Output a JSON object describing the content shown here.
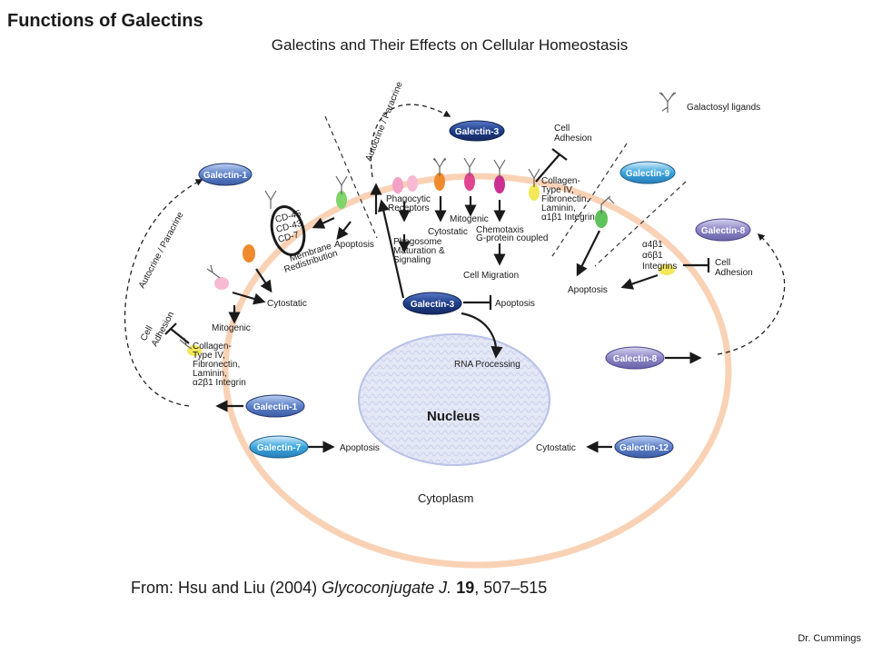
{
  "title": "Functions of Galectins",
  "subtitle": "Galectins and Their Effects on Cellular Homeostasis",
  "citation": {
    "prefix": "From:  Hsu and Liu (2004) ",
    "journal": "Glycoconjugate J.",
    "space": " ",
    "volume": "19",
    "pages": ", 507–515"
  },
  "credit": "Dr. Cummings",
  "diagram": {
    "galectins": {
      "g1_top": "Galectin-1",
      "g3_top": "Galectin-3",
      "g9": "Galectin-9",
      "g8_right": "Galectin-8",
      "g3_center": "Galectin-3",
      "g8_mid": "Galectin-8",
      "g1_bottom": "Galectin-1",
      "g7": "Galectin-7",
      "g12": "Galectin-12"
    },
    "labels": {
      "galactosyl": "Galactosyl ligands",
      "autocrine_top": "Autocrine / Paracrine",
      "autocrine_left": "Autocrine / Paracrine",
      "cell_adhesion_top_1": "Cell",
      "cell_adhesion_top_2": "Adhesion",
      "collagen_top_1": "Collagen-",
      "collagen_top_2": "Type IV,",
      "collagen_top_3": "Fibronectin,",
      "collagen_top_4": "Laminin,",
      "collagen_top_5": "α1β1 Integrin",
      "phagocytic_1": "Phagocytic",
      "phagocytic_2": "Receptors",
      "cd45": "CD-45",
      "cd43": "CD-43",
      "cd7": "CD-7",
      "apoptosis_left": "Apoptosis",
      "membrane_1": "Membrane",
      "membrane_2": "Redistribution",
      "cytostatic_top": "Cytostatic",
      "mitogenic_top": "Mitogenic",
      "chemotaxis": "Chemotaxis",
      "gprotein": "G-protein coupled",
      "phagosome_1": "Phagosome",
      "phagosome_2": "Maturation &",
      "phagosome_3": "Signaling",
      "cell_migration": "Cell Migration",
      "integrins_a4": "α4β1",
      "integrins_a6": "α6β1",
      "integrins": "Integrins",
      "cell_adhesion_right_1": "Cell",
      "cell_adhesion_right_2": "Adhesion",
      "apoptosis_right": "Apoptosis",
      "cytostatic_left": "Cytostatic",
      "mitogenic_left": "Mitogenic",
      "cell_adhesion_left_1": "Cell",
      "cell_adhesion_left_2": "Adhesion",
      "collagen_left_1": "Collagen-",
      "collagen_left_2": "Type IV,",
      "collagen_left_3": "Fibronectin,",
      "collagen_left_4": "Laminin,",
      "collagen_left_5": "α2β1 Integrin",
      "apoptosis_center": "Apoptosis",
      "rna_processing": "RNA Processing",
      "nucleus": "Nucleus",
      "apoptosis_g7": "Apoptosis",
      "cytostatic_g12": "Cytostatic",
      "cytoplasm": "Cytoplasm"
    }
  },
  "colors": {
    "membrane": "#f9d2b6",
    "galectin_dark": "#1f3f8a",
    "galectin_light": "#6d8fd4",
    "galectin8": "#8b86c6",
    "galectin12": "#8fa9d8",
    "nucleus": "#dde2f5",
    "receptor_orange": "#f08a2e",
    "receptor_green": "#7fd46a",
    "receptor_pink": "#f3a1c6",
    "receptor_magenta": "#cc2f8f",
    "integrin_yellow": "#f2e85a"
  }
}
